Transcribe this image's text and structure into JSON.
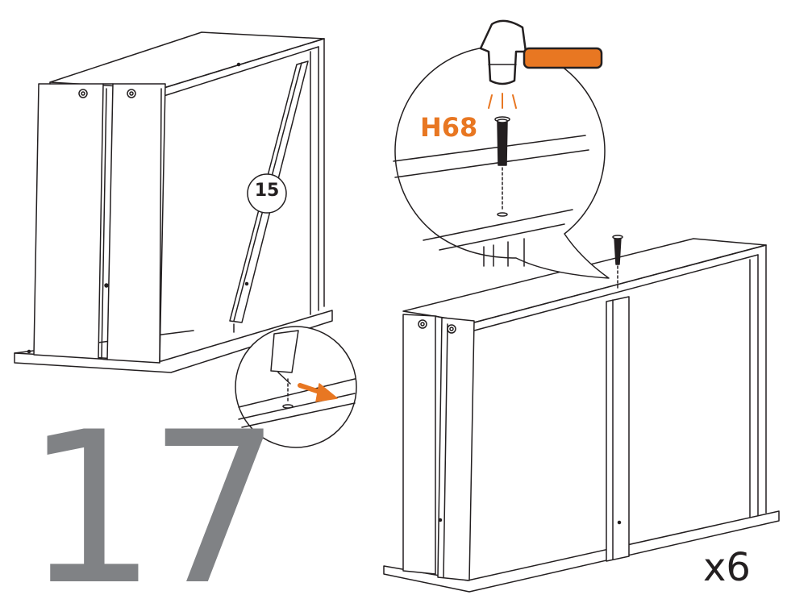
{
  "step_number": "17",
  "part_reference": "15",
  "hardware_code": "H68",
  "quantity": "x6",
  "colors": {
    "line": "#231f20",
    "accent": "#e87722",
    "step_number": "#808285"
  },
  "icons": [
    "hammer-icon",
    "screw-icon",
    "arrow-icon"
  ]
}
